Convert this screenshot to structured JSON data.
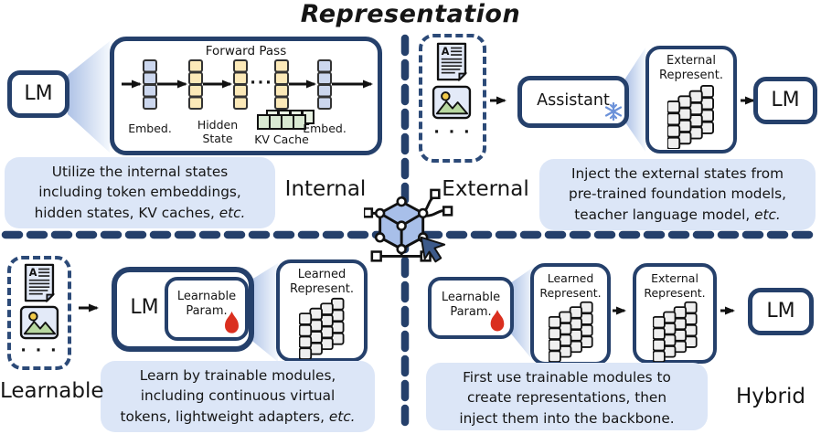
{
  "title": "Representation",
  "colors": {
    "navy_border": "#25406b",
    "panel_blue": "#dce6f7",
    "embed_blue": "#ccd7ee",
    "hidden_yellow": "#fce9b8",
    "kv_green": "#d9e9d2",
    "stack_gray": "#efefef",
    "flame_red": "#da2f1f",
    "snowflake_blue": "#6c92d9",
    "cube_blue": "#a8bfe9"
  },
  "icons": {
    "doc_letter": "A"
  },
  "quadrants": {
    "internal": {
      "label": "Internal",
      "lm": "LM",
      "forward_pass": {
        "title": "Forward Pass",
        "embed_in": "Embed.",
        "hidden_l1": "Hidden",
        "hidden_l2": "State",
        "kv_cache": "KV Cache",
        "embed_out": "Embed.",
        "ellipsis": "···"
      },
      "description": {
        "line1": "Utilize the internal states",
        "line2": "including token embeddings,",
        "line3": "hidden states, KV caches,",
        "etc": " etc."
      }
    },
    "external": {
      "label": "External",
      "input_ellipsis": "· · ·",
      "assistant": "Assistant",
      "external_represent": {
        "line1": "External",
        "line2": "Represent."
      },
      "lm": "LM",
      "description": {
        "line1": "Inject the external states from",
        "line2": "pre-trained foundation models,",
        "line3": "teacher language model,",
        "etc": " etc."
      }
    },
    "learnable": {
      "label": "Learnable",
      "input_ellipsis": "· · ·",
      "lm": "LM",
      "learnable_param": {
        "line1": "Learnable",
        "line2": "Param."
      },
      "learned_represent": {
        "line1": "Learned",
        "line2": "Represent."
      },
      "description": {
        "line1": "Learn by trainable modules,",
        "line2": "including continuous virtual",
        "line3": "tokens, lightweight adapters,",
        "etc": " etc."
      }
    },
    "hybrid": {
      "label": "Hybrid",
      "learnable_param": {
        "line1": "Learnable",
        "line2": "Param."
      },
      "learned_represent": {
        "line1": "Learned",
        "line2": "Represent."
      },
      "external_represent": {
        "line1": "External",
        "line2": "Represent."
      },
      "lm": "LM",
      "description": {
        "line1": "First use trainable modules to",
        "line2": "create representations, then",
        "line3": "inject them into the backbone.",
        "etc": ""
      }
    }
  }
}
